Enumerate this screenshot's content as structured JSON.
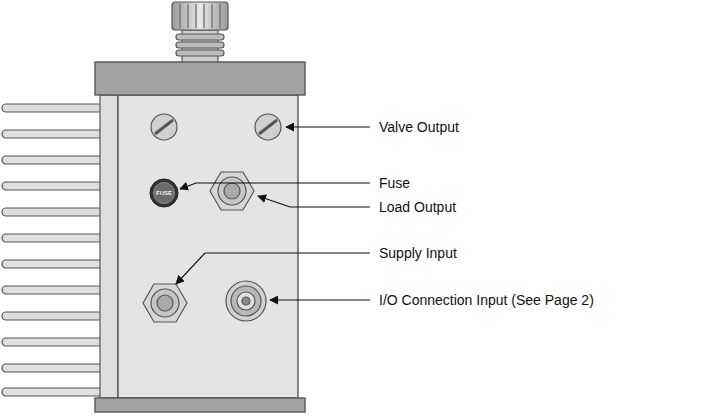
{
  "diagram": {
    "labels": [
      "Valve Output",
      "FUSE",
      "Fuse",
      "Load Output",
      "Supply Input",
      "I/O Connection Input (See Page 2)"
    ]
  }
}
